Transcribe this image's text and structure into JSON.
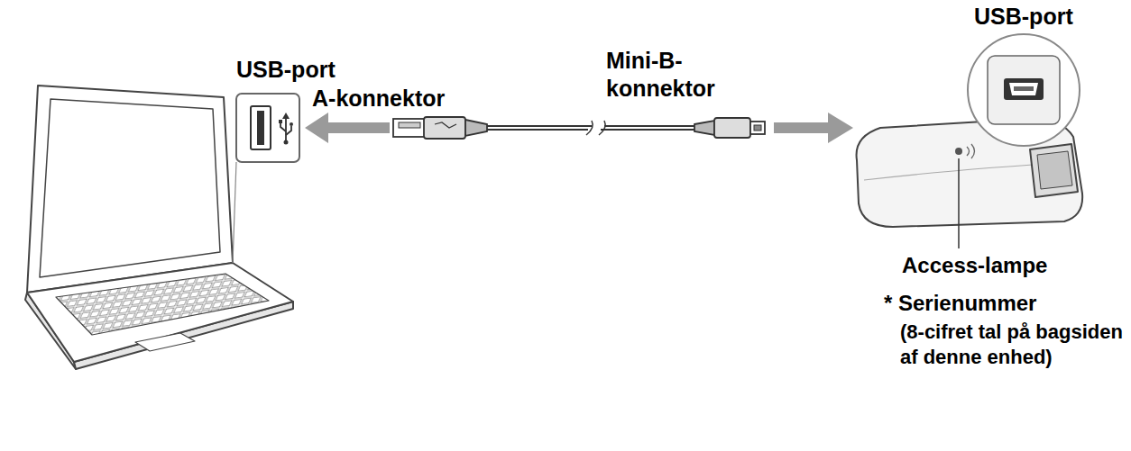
{
  "diagram": {
    "labels": [
      "USB-port",
      "A-konnektor",
      "Mini-B- konnektor",
      "USB-port",
      "Access-lampe",
      "* Serienummer",
      "(8-cifret tal på bagsiden af denne enhed)"
    ]
  }
}
